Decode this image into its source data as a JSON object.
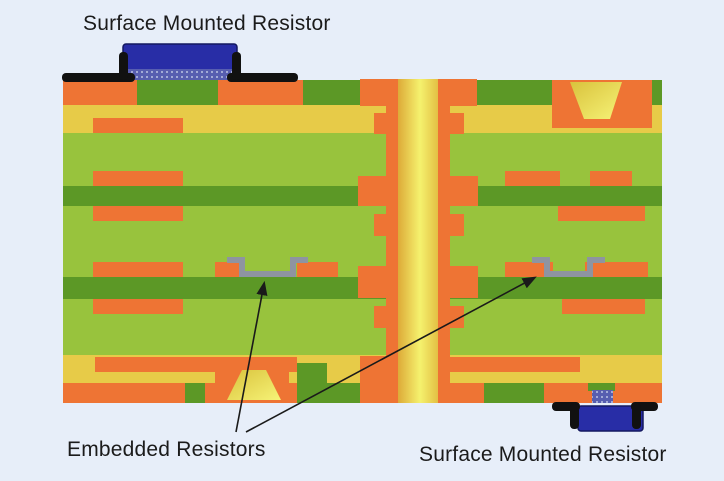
{
  "labels": {
    "smt_top": "Surface Mounted Resistor",
    "embedded": "Embedded Resistors",
    "smt_bottom": "Surface Mounted Resistor"
  },
  "palette": {
    "bg": "#e7eef9",
    "copper-orange": "#ee7434",
    "prepreg-yellow": "#e7cb48",
    "core-lime": "#98c33d",
    "plane-green": "#5c9826",
    "via-edge-yellow": "#ddaa38",
    "via-bright-yellow": "#f5f26e",
    "via-tail-yellow": "#e3c044",
    "microvia-dark": "#d9c23c",
    "microvia-bright": "#f6f377",
    "resistor-body-blue": "#282da6",
    "resistor-body-outline": "#141860",
    "solder-base": "#575eb0",
    "solder-dot": "#a3abd6",
    "resistor-film-gray": "#8e94a1",
    "terminal-black": "#111111",
    "arrow-black": "#1a1a1a"
  }
}
